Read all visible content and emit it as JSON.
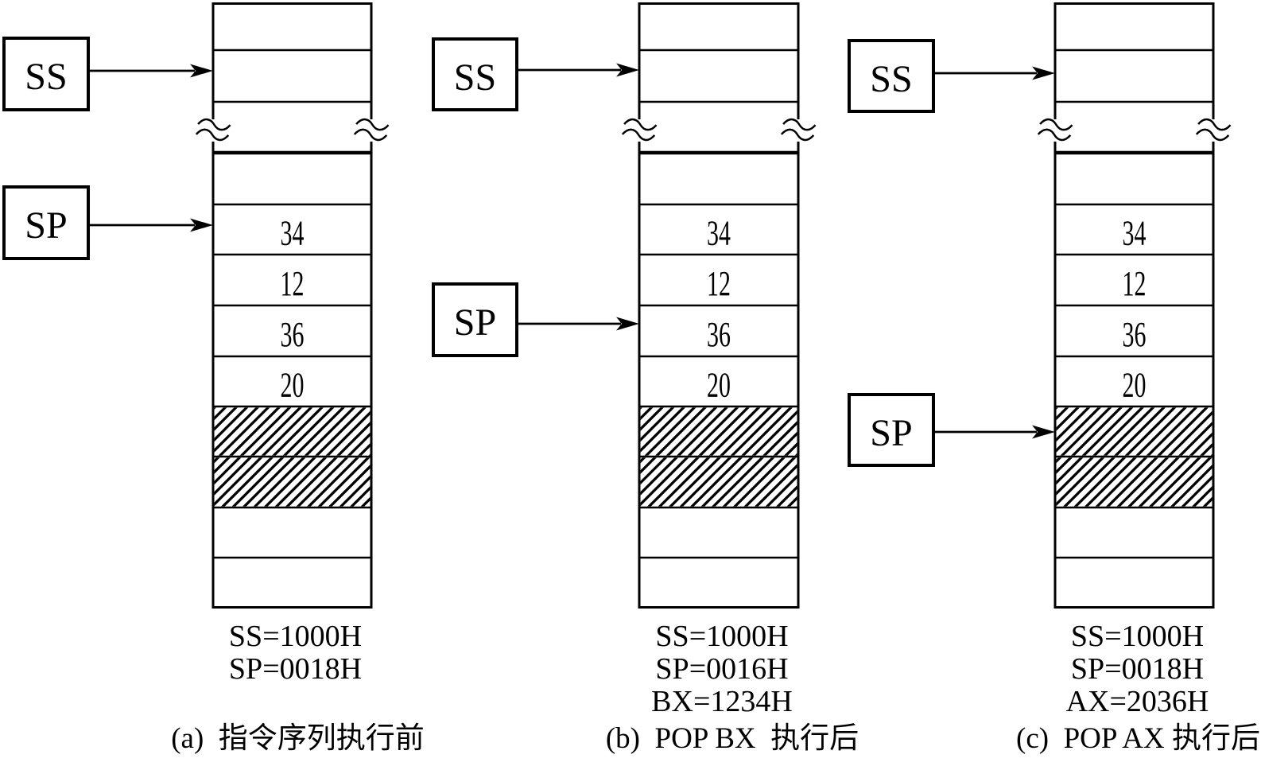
{
  "figure": {
    "type": "stack-memory-diagram",
    "rows": [
      {
        "type": "empty"
      },
      {
        "type": "empty"
      },
      {
        "type": "break"
      },
      {
        "type": "empty"
      },
      {
        "type": "value",
        "value": "34"
      },
      {
        "type": "value",
        "value": "12"
      },
      {
        "type": "value",
        "value": "36"
      },
      {
        "type": "value",
        "value": "20"
      },
      {
        "type": "hatch"
      },
      {
        "type": "hatch"
      },
      {
        "type": "empty"
      },
      {
        "type": "empty"
      }
    ],
    "columns": [
      {
        "id": "a",
        "ss_label": "SS",
        "sp_label": "SP",
        "ss_points_to_row": 1,
        "sp_points_to_row": 4,
        "registers": [
          "SS=1000H",
          "SP=0018H"
        ],
        "caption": "(a)  指令序列执行前"
      },
      {
        "id": "b",
        "ss_label": "SS",
        "sp_label": "SP",
        "ss_points_to_row": 1,
        "sp_points_to_row": 6,
        "registers": [
          "SS=1000H",
          "SP=0016H",
          "BX=1234H"
        ],
        "caption": "(b)  POP BX  执行后"
      },
      {
        "id": "c",
        "ss_label": "SS",
        "sp_label": "SP",
        "ss_points_to_row": 1,
        "sp_points_to_row": 8,
        "registers": [
          "SS=1000H",
          "SP=0018H",
          "AX=2036H"
        ],
        "caption": "(c)  POP AX 执行后"
      }
    ]
  }
}
